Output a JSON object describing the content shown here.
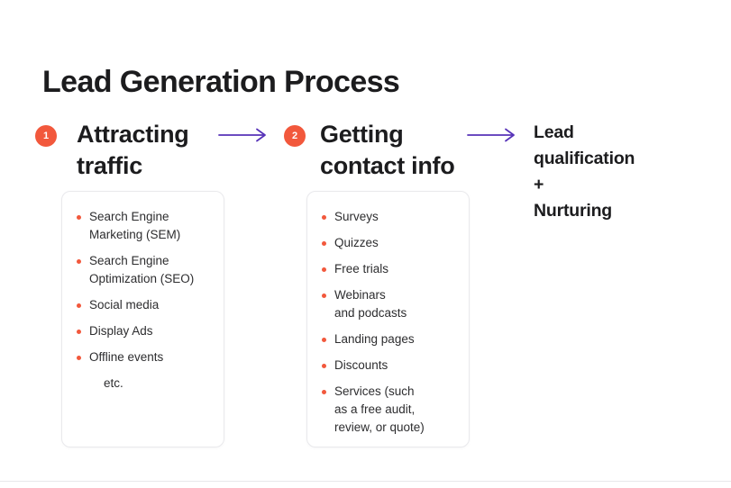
{
  "slide": {
    "title": "Lead Generation Process"
  },
  "colors": {
    "accent_orange": "#F2583C",
    "arrow_purple": "#5733B8",
    "heading_text": "#1C1C1E",
    "body_text": "#2D2D2F",
    "card_border": "#E9E9EC",
    "divider": "#E8E8EA",
    "background": "#FFFFFF"
  },
  "steps": [
    {
      "number": "1",
      "title": "Attracting traffic",
      "items": [
        "Search Engine\nMarketing (SEM)",
        "Search Engine\nOptimization (SEO)",
        "Social media",
        "Display Ads",
        "Offline events"
      ],
      "footnote": "etc."
    },
    {
      "number": "2",
      "title": "Getting contact info",
      "items": [
        "Surveys",
        "Quizzes",
        "Free trials",
        "Webinars\nand podcasts",
        "Landing pages",
        "Discounts",
        "Services (such\nas a free audit,\nreview, or quote)"
      ],
      "footnote": ""
    }
  ],
  "outcome": {
    "lines": [
      "Lead",
      "qualification",
      "+",
      "Nurturing"
    ]
  }
}
